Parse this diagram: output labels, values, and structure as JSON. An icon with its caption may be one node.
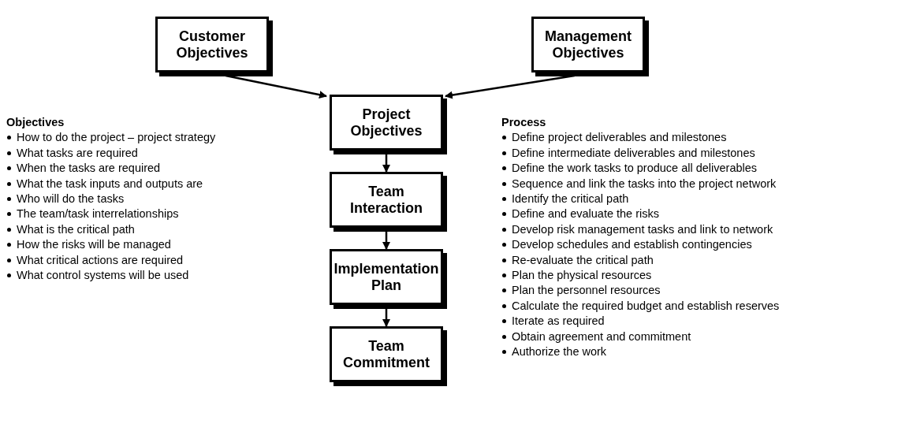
{
  "diagram": {
    "nodes": [
      {
        "text": [
          "Customer Objectives"
        ]
      },
      {
        "text": [
          "Management Objectives"
        ]
      },
      {
        "text": [
          "Project Objectives"
        ]
      },
      {
        "text": [
          "Team Interaction"
        ]
      },
      {
        "text": [
          "Implementation Plan"
        ]
      },
      {
        "text": [
          "Team Commitment"
        ]
      }
    ],
    "edges": [
      {
        "from": 0,
        "to": 2,
        "arrow": "to"
      },
      {
        "from": 1,
        "to": 2,
        "arrow": "to"
      },
      {
        "from": 2,
        "to": 3,
        "arrow": "to"
      },
      {
        "from": 3,
        "to": 4,
        "arrow": "to"
      },
      {
        "from": 4,
        "to": 5,
        "arrow": "to"
      }
    ],
    "labels": [
      "Objectives",
      "How to do the project – project strategy",
      "What tasks are required",
      "When the tasks are required",
      "What the task inputs and outputs are",
      "Who will do the tasks",
      "The team/task interrelationships",
      "What is the critical path",
      "How the risks will be managed",
      "What critical actions are required",
      "What control systems will be used",
      "Process",
      "Define project deliverables and milestones",
      "Define intermediate deliverables and milestones",
      "Define the work tasks to produce all deliverables",
      "Sequence and link the tasks into the project network",
      "Identify the critical path",
      "Define and evaluate the risks",
      "Develop risk management tasks and link to network",
      "Develop schedules and establish contingencies",
      "Re-evaluate the critical path",
      "Plan the physical resources",
      "Plan the personnel resources",
      "Calculate the required budget and establish reserves",
      "Iterate as required",
      "Obtain agreement and commitment",
      "Authorize the work"
    ]
  }
}
